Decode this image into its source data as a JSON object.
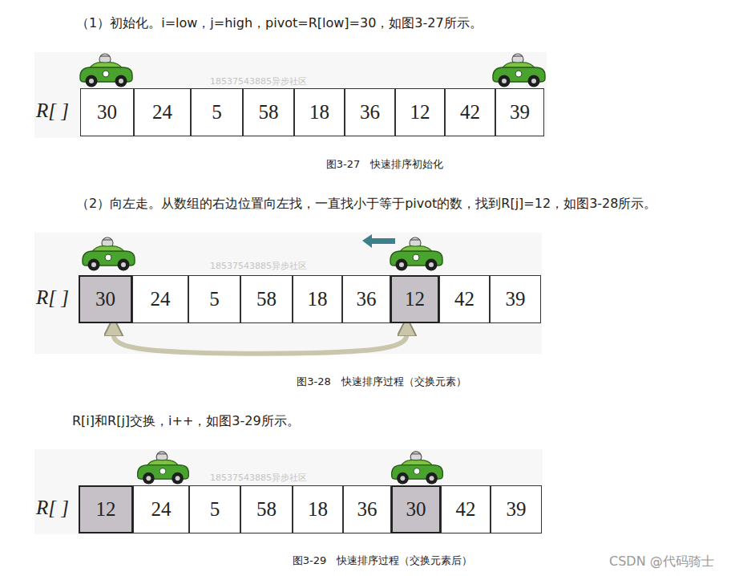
{
  "diagram": {
    "nodes": [
      {
        "text": [
          "30"
        ]
      },
      {
        "text": [
          "24"
        ]
      },
      {
        "text": [
          "5"
        ]
      },
      {
        "text": [
          "58"
        ]
      },
      {
        "text": [
          "18"
        ]
      },
      {
        "text": [
          "36"
        ]
      },
      {
        "text": [
          "12"
        ]
      },
      {
        "text": [
          "42"
        ]
      },
      {
        "text": [
          "39"
        ]
      },
      {
        "text": [
          "30"
        ]
      },
      {
        "text": [
          "24"
        ]
      },
      {
        "text": [
          "5"
        ]
      },
      {
        "text": [
          "58"
        ]
      },
      {
        "text": [
          "18"
        ]
      },
      {
        "text": [
          "36"
        ]
      },
      {
        "text": [
          "12"
        ]
      },
      {
        "text": [
          "42"
        ]
      },
      {
        "text": [
          "39"
        ]
      },
      {
        "text": [
          "12"
        ]
      },
      {
        "text": [
          "24"
        ]
      },
      {
        "text": [
          "5"
        ]
      },
      {
        "text": [
          "58"
        ]
      },
      {
        "text": [
          "18"
        ]
      },
      {
        "text": [
          "36"
        ]
      },
      {
        "text": [
          "30"
        ]
      },
      {
        "text": [
          "42"
        ]
      },
      {
        "text": [
          "39"
        ]
      }
    ],
    "edges": [
      {
        "from": 9,
        "to": 15,
        "arrow": "both"
      }
    ],
    "labels": [
      "（1）初始化。i=low，j=high，pivot=R[low]=30，如图3-27所示。",
      "R[ ]",
      "18537543885异步社区",
      "图3-27　快速排序初始化",
      "（2）向左走。从数组的右边位置向左找，一直找小于等于pivot的数，找到R[j]=12，如图3-28所示。",
      "R[ ]",
      "18537543885异步社区",
      "图3-28　快速排序过程（交换元素）",
      "R[i]和R[j]交换，i++，如图3-29所示。",
      "R[ ]",
      "18537543885异步社区",
      "图3-29　快速排序过程（交换元素后）",
      "CSDN @代码骑士"
    ]
  }
}
